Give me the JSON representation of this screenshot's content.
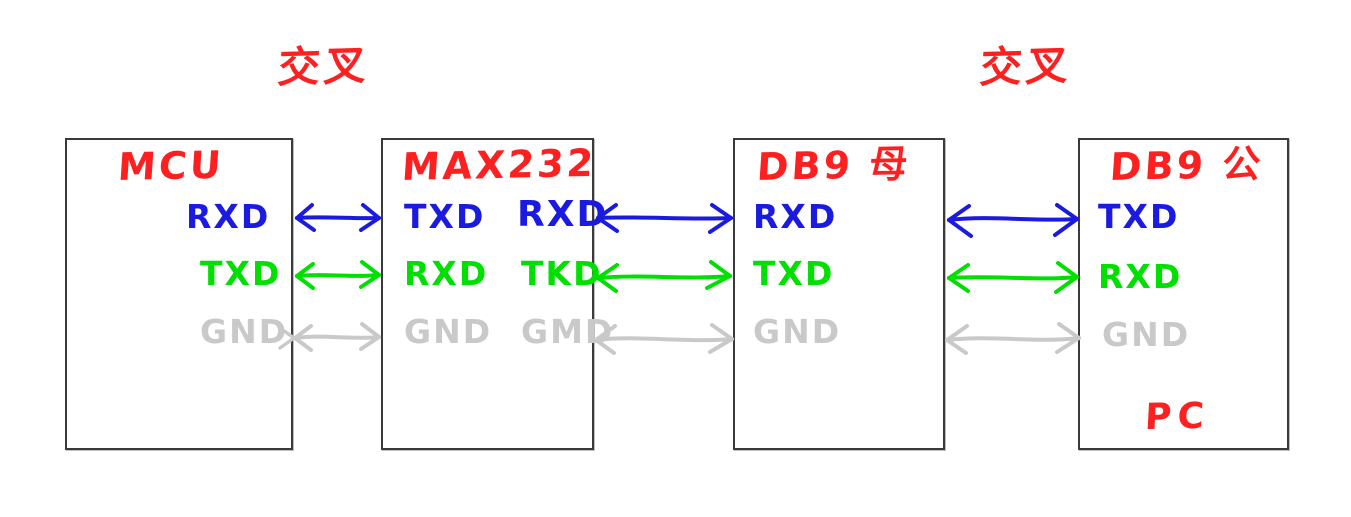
{
  "diagram": {
    "title_note_left": "交叉",
    "title_note_right": "交叉",
    "boxes": [
      {
        "id": "mcu",
        "title": "MCU",
        "title_color": "#fc2020",
        "pins_right": [
          "RXD",
          "TXD",
          "GND"
        ]
      },
      {
        "id": "max232",
        "title": "MAX232",
        "title_color": "#fc2020",
        "pins_left": [
          "TXD",
          "RXD",
          "GND"
        ],
        "pins_right": [
          "RXD",
          "TKD",
          "GMD"
        ]
      },
      {
        "id": "db9-female",
        "title": "DB9 母",
        "title_color": "#fc2020",
        "pins_left": [
          "RXD",
          "TXD",
          "GND"
        ]
      },
      {
        "id": "db9-male",
        "title": "DB9 公",
        "title_color": "#fc2020",
        "pins_left": [
          "TXD",
          "RXD",
          "GND"
        ],
        "footer": "PC"
      }
    ],
    "signal_colors": {
      "rxd": "#1a1ae0",
      "txd": "#00e000",
      "gnd": "#c9c9c9",
      "annotation": "#fc2020",
      "box_border": "#3a3a3a"
    },
    "links": [
      {
        "from": "mcu",
        "to": "max232",
        "signals": [
          "RXD/TXD",
          "TXD/RXD",
          "GND/GND"
        ]
      },
      {
        "from": "max232",
        "to": "db9-female",
        "signals": [
          "RXD/RXD",
          "TKD/TXD",
          "GMD/GND"
        ]
      },
      {
        "from": "db9-female",
        "to": "db9-male",
        "signals": [
          "RXD/TXD",
          "TXD/RXD",
          "GND/GND"
        ]
      }
    ]
  }
}
